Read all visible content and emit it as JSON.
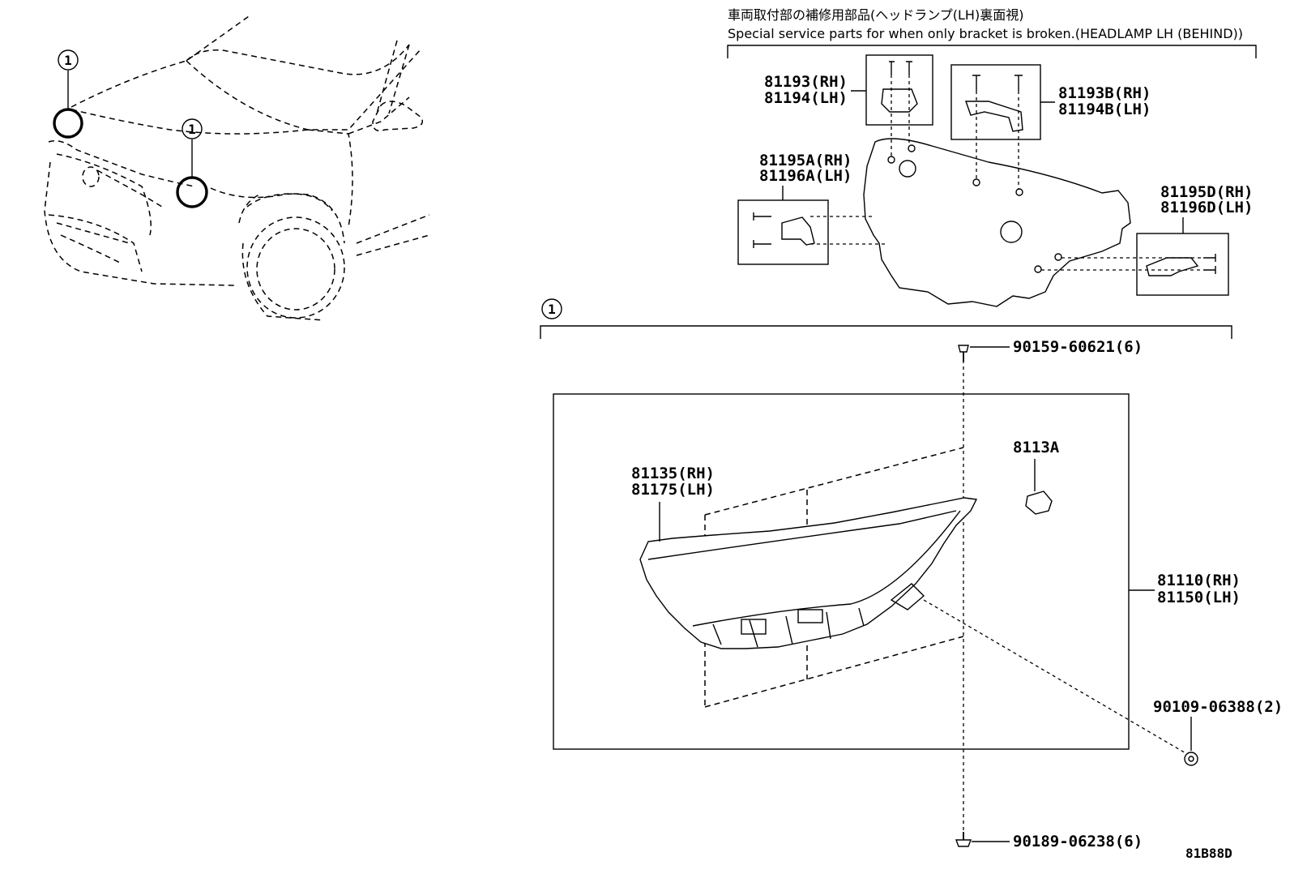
{
  "header": {
    "jp": "車両取付部の補修用部品(ヘッドランプ(LH)裏面視)",
    "en": "Special service parts for when only bracket is broken.(HEADLAMP LH (BEHIND))"
  },
  "callouts": {
    "c1": "1"
  },
  "labels": {
    "p81193": "81193(RH)",
    "p81194": "81194(LH)",
    "p81193B": "81193B(RH)",
    "p81194B": "81194B(LH)",
    "p81195A": "81195A(RH)",
    "p81196A": "81196A(LH)",
    "p81195D": "81195D(RH)",
    "p81196D": "81196D(LH)",
    "p90159": "90159-60621(6)",
    "p8113A": "8113A",
    "p81135": "81135(RH)",
    "p81175": "81175(LH)",
    "p81110": "81110(RH)",
    "p81150": "81150(LH)",
    "p90109": "90109-06388(2)",
    "p90189": "90189-06238(6)",
    "code": "81B88D"
  }
}
